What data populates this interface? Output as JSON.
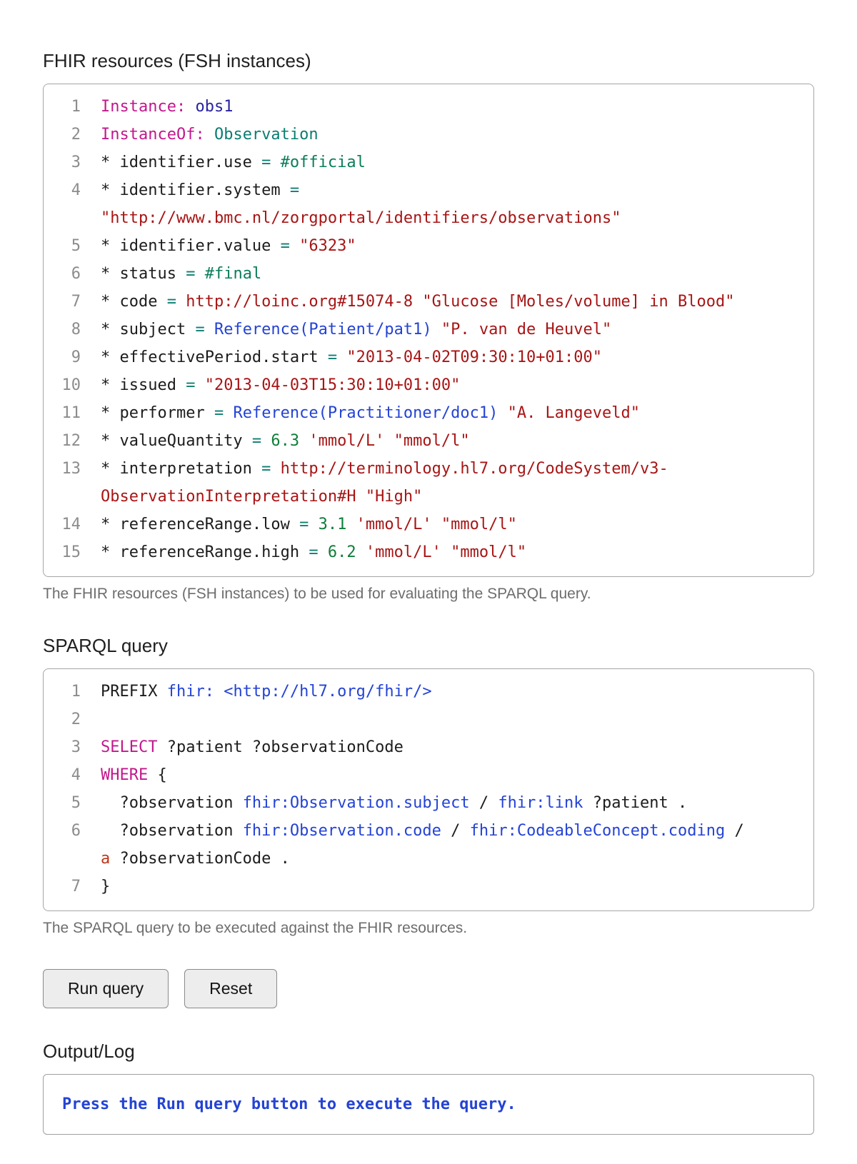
{
  "fsh": {
    "title": "FHIR resources (FSH instances)",
    "caption": "The FHIR resources (FSH instances) to be used for evaluating the SPARQL query.",
    "lines": [
      {
        "n": "1",
        "tokens": [
          [
            "kw",
            "Instance:"
          ],
          [
            "pl",
            " "
          ],
          [
            "def",
            "obs1"
          ]
        ]
      },
      {
        "n": "2",
        "tokens": [
          [
            "kw",
            "InstanceOf:"
          ],
          [
            "pl",
            " "
          ],
          [
            "type",
            "Observation"
          ]
        ]
      },
      {
        "n": "3",
        "tokens": [
          [
            "pl",
            "* identifier.use "
          ],
          [
            "op",
            "="
          ],
          [
            "pl",
            " "
          ],
          [
            "atom",
            "#official"
          ]
        ]
      },
      {
        "n": "4",
        "tokens": [
          [
            "pl",
            "* identifier.system "
          ],
          [
            "op",
            "="
          ],
          [
            "pl",
            "\n"
          ],
          [
            "str",
            "\"http://www.bmc.nl/zorgportal/identifiers/observations\""
          ]
        ]
      },
      {
        "n": "5",
        "tokens": [
          [
            "pl",
            "* identifier.value "
          ],
          [
            "op",
            "="
          ],
          [
            "pl",
            " "
          ],
          [
            "str",
            "\"6323\""
          ]
        ]
      },
      {
        "n": "6",
        "tokens": [
          [
            "pl",
            "* status "
          ],
          [
            "op",
            "="
          ],
          [
            "pl",
            " "
          ],
          [
            "atom",
            "#final"
          ]
        ]
      },
      {
        "n": "7",
        "tokens": [
          [
            "pl",
            "* code "
          ],
          [
            "op",
            "="
          ],
          [
            "pl",
            " "
          ],
          [
            "url",
            "http://loinc.org#15074-8"
          ],
          [
            "pl",
            " "
          ],
          [
            "str",
            "\"Glucose [Moles/volume] in Blood\""
          ]
        ]
      },
      {
        "n": "8",
        "tokens": [
          [
            "pl",
            "* subject "
          ],
          [
            "op",
            "="
          ],
          [
            "pl",
            " "
          ],
          [
            "ref",
            "Reference(Patient/pat1)"
          ],
          [
            "pl",
            " "
          ],
          [
            "str",
            "\"P. van de Heuvel\""
          ]
        ]
      },
      {
        "n": "9",
        "tokens": [
          [
            "pl",
            "* effectivePeriod.start "
          ],
          [
            "op",
            "="
          ],
          [
            "pl",
            " "
          ],
          [
            "str",
            "\"2013-04-02T09:30:10+01:00\""
          ]
        ]
      },
      {
        "n": "10",
        "tokens": [
          [
            "pl",
            "* issued "
          ],
          [
            "op",
            "="
          ],
          [
            "pl",
            " "
          ],
          [
            "str",
            "\"2013-04-03T15:30:10+01:00\""
          ]
        ]
      },
      {
        "n": "11",
        "tokens": [
          [
            "pl",
            "* performer "
          ],
          [
            "op",
            "="
          ],
          [
            "pl",
            " "
          ],
          [
            "ref",
            "Reference(Practitioner/doc1)"
          ],
          [
            "pl",
            " "
          ],
          [
            "str",
            "\"A. Langeveld\""
          ]
        ]
      },
      {
        "n": "12",
        "tokens": [
          [
            "pl",
            "* valueQuantity "
          ],
          [
            "op",
            "="
          ],
          [
            "pl",
            " "
          ],
          [
            "num",
            "6.3"
          ],
          [
            "pl",
            " "
          ],
          [
            "str",
            "'mmol/L'"
          ],
          [
            "pl",
            " "
          ],
          [
            "str",
            "\"mmol/l\""
          ]
        ]
      },
      {
        "n": "13",
        "tokens": [
          [
            "pl",
            "* interpretation "
          ],
          [
            "op",
            "="
          ],
          [
            "pl",
            " "
          ],
          [
            "url",
            "http://terminology.hl7.org/CodeSystem/v3-"
          ],
          [
            "pl",
            "\n"
          ],
          [
            "url",
            "ObservationInterpretation#H"
          ],
          [
            "pl",
            " "
          ],
          [
            "str",
            "\"High\""
          ]
        ]
      },
      {
        "n": "14",
        "tokens": [
          [
            "pl",
            "* referenceRange.low "
          ],
          [
            "op",
            "="
          ],
          [
            "pl",
            " "
          ],
          [
            "num",
            "3.1"
          ],
          [
            "pl",
            " "
          ],
          [
            "str",
            "'mmol/L'"
          ],
          [
            "pl",
            " "
          ],
          [
            "str",
            "\"mmol/l\""
          ]
        ]
      },
      {
        "n": "15",
        "tokens": [
          [
            "pl",
            "* referenceRange.high "
          ],
          [
            "op",
            "="
          ],
          [
            "pl",
            " "
          ],
          [
            "num",
            "6.2"
          ],
          [
            "pl",
            " "
          ],
          [
            "str",
            "'mmol/L'"
          ],
          [
            "pl",
            " "
          ],
          [
            "str",
            "\"mmol/l\""
          ]
        ]
      }
    ]
  },
  "sparql": {
    "title": "SPARQL query",
    "caption": "The SPARQL query to be executed against the FHIR resources.",
    "lines": [
      {
        "n": "1",
        "tokens": [
          [
            "pl",
            "PREFIX "
          ],
          [
            "ref",
            "fhir:"
          ],
          [
            "pl",
            " "
          ],
          [
            "ref",
            "<http://hl7.org/fhir/>"
          ]
        ]
      },
      {
        "n": "2",
        "tokens": []
      },
      {
        "n": "3",
        "tokens": [
          [
            "kw",
            "SELECT"
          ],
          [
            "pl",
            " ?patient ?observationCode"
          ]
        ]
      },
      {
        "n": "4",
        "tokens": [
          [
            "kw",
            "WHERE"
          ],
          [
            "pl",
            " {"
          ]
        ]
      },
      {
        "n": "5",
        "tokens": [
          [
            "pl",
            "  ?observation "
          ],
          [
            "ref",
            "fhir:Observation.subject"
          ],
          [
            "pl",
            " / "
          ],
          [
            "ref",
            "fhir:link"
          ],
          [
            "pl",
            " ?patient ."
          ]
        ]
      },
      {
        "n": "6",
        "tokens": [
          [
            "pl",
            "  ?observation "
          ],
          [
            "ref",
            "fhir:Observation.code"
          ],
          [
            "pl",
            " / "
          ],
          [
            "ref",
            "fhir:CodeableConcept.coding"
          ],
          [
            "pl",
            " /"
          ],
          [
            "pl",
            "\n"
          ],
          [
            "a",
            "a"
          ],
          [
            "pl",
            " ?observationCode ."
          ]
        ]
      },
      {
        "n": "7",
        "tokens": [
          [
            "pl",
            "}"
          ]
        ]
      }
    ]
  },
  "buttons": {
    "run": "Run query",
    "reset": "Reset"
  },
  "output": {
    "title": "Output/Log",
    "message": "Press the Run query button to execute the query."
  }
}
